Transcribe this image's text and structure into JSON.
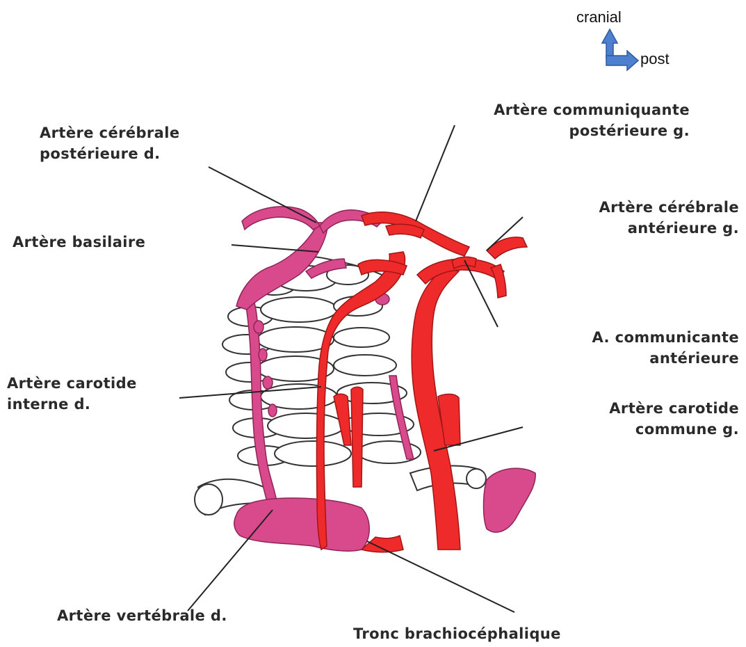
{
  "orientation": {
    "up_label": "cranial",
    "right_label": "post",
    "arrow_fill": "#4f7fcf",
    "arrow_stroke": "#2c5aa0"
  },
  "labels": {
    "posterior_cerebral_right": [
      "Artère cérébrale",
      "postérieure d."
    ],
    "posterior_communicating_left": [
      "Artère communiquante",
      "postérieure g."
    ],
    "anterior_cerebral_left": [
      "Artère cérébrale",
      "antérieure g."
    ],
    "basilar": "Artère basilaire",
    "anterior_communicating": [
      "A. communicante",
      "antérieure"
    ],
    "internal_carotid_right": [
      "Artère carotide",
      "interne d."
    ],
    "common_carotid_left": [
      "Artère carotide",
      "commune g."
    ],
    "vertebral_right": "Artère vertébrale d.",
    "brachiocephalic_trunk": "Tronc brachiocéphalique"
  },
  "colors": {
    "artery_red": "#ee2a2a",
    "artery_red_dark": "#a11515",
    "vein_pink": "#d94a8c",
    "vein_pink_dark": "#8e2456",
    "bone_outline": "#333333",
    "leader_line": "#222222"
  }
}
